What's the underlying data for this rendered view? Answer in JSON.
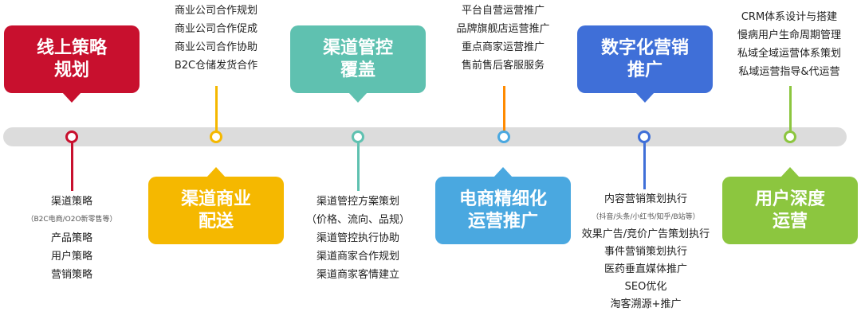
{
  "colors": {
    "stage1": "#c8102e",
    "stage2": "#f5b800",
    "stage3": "#5fc1b0",
    "stage4": "#4aa8e0",
    "stage5": "#3f6fd8",
    "stage6": "#8cc63f"
  },
  "stages": [
    {
      "title_line1": "线上策略",
      "title_line2": "规划",
      "items": [
        "渠道策略",
        "（B2C电商/O2O新零售等）",
        "产品策略",
        "用户策略",
        "营销策略"
      ]
    },
    {
      "title_line1": "渠道商业",
      "title_line2": "配送",
      "items": [
        "商业公司合作规划",
        "商业公司合作促成",
        "商业公司合作协助",
        "B2C仓储发货合作"
      ]
    },
    {
      "title_line1": "渠道管控",
      "title_line2": "覆盖",
      "items": [
        "渠道管控方案策划",
        "（价格、流向、品规）",
        "渠道管控执行协助",
        "渠道商家合作规划",
        "渠道商家客情建立"
      ]
    },
    {
      "title_line1": "电商精细化",
      "title_line2": "运营推广",
      "items": [
        "平台自营运营推广",
        "品牌旗舰店运营推广",
        "重点商家运营推广",
        "售前售后客服服务"
      ]
    },
    {
      "title_line1": "数字化营销",
      "title_line2": "推广",
      "items": [
        "内容营销策划执行",
        "（抖音/头条/小红书/知乎/B站等）",
        "效果广告/竞价广告策划执行",
        "事件营销策划执行",
        "医药垂直媒体推广",
        "SEO优化",
        "淘客溯源+推广"
      ]
    },
    {
      "title_line1": "用户深度",
      "title_line2": "运营",
      "items": [
        "CRM体系设计与搭建",
        "慢病用户生命周期管理",
        "私域全域运营体系策划",
        "私域运营指导&代运营"
      ]
    }
  ]
}
